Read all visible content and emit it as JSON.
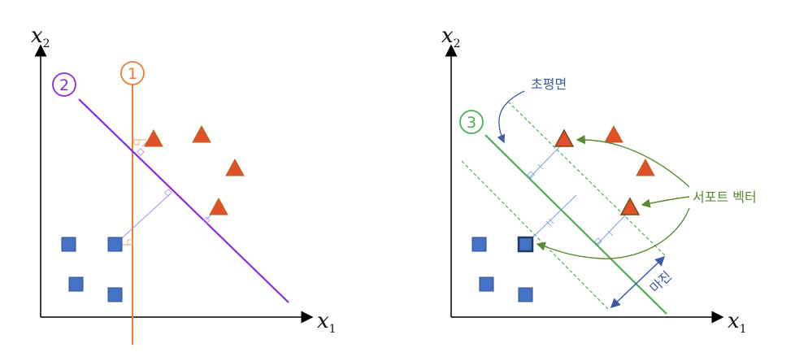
{
  "left_panel": {
    "x_axis": {
      "var": "x",
      "sub": "1"
    },
    "y_axis": {
      "var": "x",
      "sub": "2"
    },
    "line1_label": "1",
    "line2_label": "2"
  },
  "right_panel": {
    "x_axis": {
      "var": "x",
      "sub": "1"
    },
    "y_axis": {
      "var": "x",
      "sub": "2"
    },
    "line3_label": "3",
    "hyperplane_label": "초평면",
    "support_vector_label": "서포트 벡터",
    "margin_label": "마진"
  },
  "colors": {
    "triangle": "#e2502a",
    "square": "#4472c4",
    "line1": "#ed7d31",
    "line2": "#8a2be2",
    "line3": "#4caf50",
    "arrow_green": "#5a8a32",
    "annotation_blue": "#3c5aa6"
  }
}
